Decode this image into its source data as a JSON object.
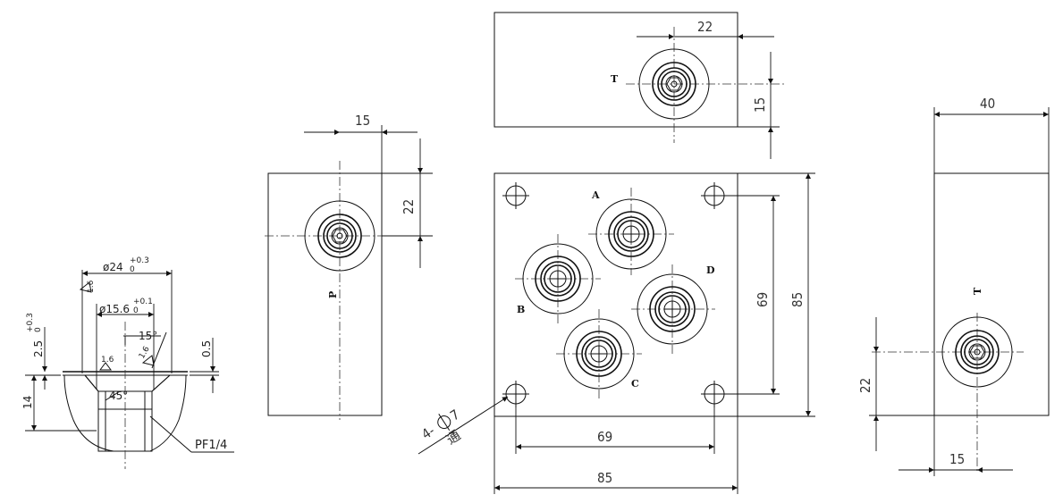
{
  "section": {
    "d24": "ø24",
    "d24_tol_upper": "+0.3",
    "d24_tol_lower": "0",
    "rough1": "1.6",
    "d156": "ø15.6",
    "d156_tol_upper": "+0.1",
    "d156_tol_lower": "0",
    "angle15": "15°",
    "dim25": "2.5",
    "dim25_tol_upper": "+0.3",
    "dim25_tol_lower": "0",
    "dim05": "0.5",
    "rough2": "1.6",
    "rough3": "1.6",
    "angle45": "45°",
    "dim14": "14",
    "thread": "PF1/4"
  },
  "left_view": {
    "dim_15": "15",
    "dim_22": "22",
    "port_label": "P"
  },
  "top_view": {
    "dim_22": "22",
    "dim_15": "15",
    "port_label": "T"
  },
  "front_view": {
    "port_a": "A",
    "port_b": "B",
    "port_c": "C",
    "port_d": "D",
    "dim_69_h": "69",
    "dim_85_h": "85",
    "dim_69_v": "69",
    "dim_85_v": "85",
    "hole_callout": "4-",
    "hole_dia": "7",
    "hole_note": "通"
  },
  "right_view": {
    "dim_40": "40",
    "dim_22": "22",
    "dim_15": "15",
    "port_label": "T"
  }
}
